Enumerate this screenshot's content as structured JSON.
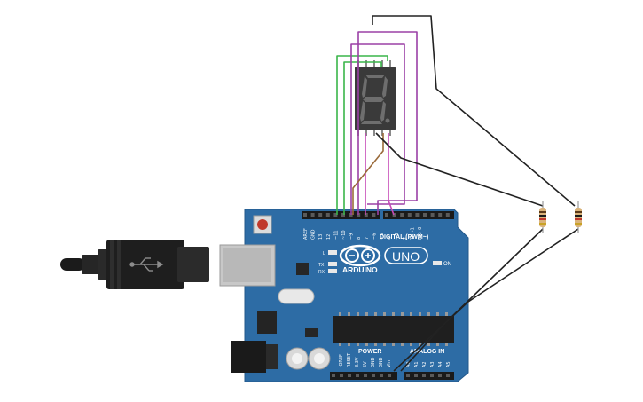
{
  "board": {
    "brand": "ARDUINO",
    "model": "UNO",
    "header_digital_label": "DIGITAL (PWM~)",
    "header_power_label": "POWER",
    "header_analog_label": "ANALOG IN",
    "led_on_label": "ON",
    "led_l_label": "L",
    "led_tx_label": "TX",
    "led_rx_label": "RX",
    "digital_pins": [
      "AREF",
      "GND",
      "13",
      "12",
      "~11",
      "~10",
      "~9",
      "8",
      "7",
      "~6",
      "~5",
      "4",
      "~3",
      "2",
      "TX→1",
      "RX←0"
    ],
    "power_pins": [
      "IOREF",
      "RESET",
      "3.3V",
      "5V",
      "GND",
      "GND",
      "Vin"
    ],
    "analog_pins": [
      "A0",
      "A1",
      "A2",
      "A3",
      "A4",
      "A5"
    ]
  },
  "display": {
    "digit": "8"
  },
  "colors": {
    "board": "#2d6ca5",
    "wire_green": "#3ab54a",
    "wire_purple": "#9b40a6",
    "wire_magenta": "#c64ab8",
    "wire_brown": "#9a6a3a",
    "wire_black": "#222222",
    "display_body": "#3a3a3a",
    "display_segment": "#6e6e6e"
  }
}
